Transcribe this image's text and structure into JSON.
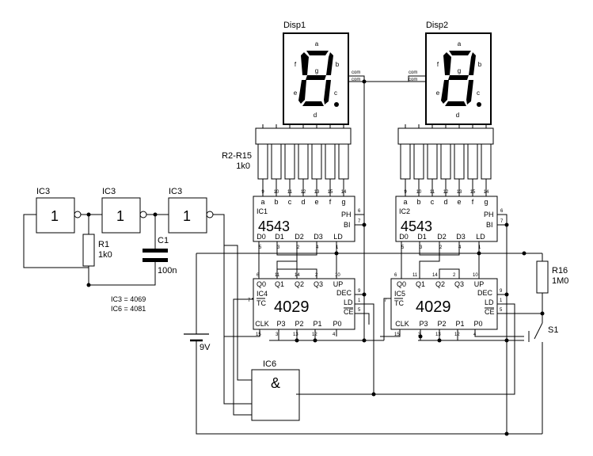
{
  "displays": [
    {
      "label": "Disp1",
      "segments": [
        "a",
        "b",
        "c",
        "d",
        "e",
        "f",
        "g"
      ],
      "com": [
        "com",
        "com"
      ]
    },
    {
      "label": "Disp2",
      "segments": [
        "a",
        "b",
        "c",
        "d",
        "e",
        "f",
        "g"
      ],
      "com": [
        "com",
        "com"
      ]
    }
  ],
  "resistor_array": {
    "name": "R2-R15",
    "value": "1k0"
  },
  "decoders": [
    {
      "name": "IC1",
      "part": "4543",
      "top_pins": [
        "a",
        "b",
        "c",
        "d",
        "e",
        "f",
        "g"
      ],
      "top_nums": [
        "9",
        "10",
        "11",
        "12",
        "13",
        "15",
        "14"
      ],
      "right": [
        "PH",
        "BI"
      ],
      "right_nums": [
        "6",
        "7"
      ],
      "bottom_pins": [
        "D0",
        "D1",
        "D2",
        "D3",
        "LD"
      ],
      "bottom_nums": [
        "5",
        "3",
        "2",
        "4",
        "1"
      ]
    },
    {
      "name": "IC2",
      "part": "4543",
      "top_pins": [
        "a",
        "b",
        "c",
        "d",
        "e",
        "f",
        "g"
      ],
      "top_nums": [
        "9",
        "10",
        "11",
        "12",
        "13",
        "15",
        "14"
      ],
      "right": [
        "PH",
        "BI"
      ],
      "right_nums": [
        "6",
        "7"
      ],
      "bottom_pins": [
        "D0",
        "D1",
        "D2",
        "D3",
        "LD"
      ],
      "bottom_nums": [
        "5",
        "3",
        "2",
        "4",
        "1"
      ]
    }
  ],
  "counters": [
    {
      "name": "IC4",
      "part": "4029",
      "top_pins": [
        "Q0",
        "Q1",
        "Q2",
        "Q3",
        "UP"
      ],
      "top_nums": [
        "6",
        "11",
        "14",
        "2",
        "10"
      ],
      "right": [
        "DEC",
        "LD",
        "CE"
      ],
      "right_nums": [
        "9",
        "1",
        "5"
      ],
      "left": "TC",
      "left_num": "7",
      "bottom_pins": [
        "CLK",
        "P3",
        "P2",
        "P1",
        "P0"
      ],
      "bottom_nums": [
        "15",
        "3",
        "13",
        "12",
        "4"
      ]
    },
    {
      "name": "IC5",
      "part": "4029",
      "top_pins": [
        "Q0",
        "Q1",
        "Q2",
        "Q3",
        "UP"
      ],
      "top_nums": [
        "6",
        "11",
        "14",
        "2",
        "10"
      ],
      "right": [
        "DEC",
        "LD",
        "CE"
      ],
      "right_nums": [
        "9",
        "1",
        "5"
      ],
      "left": "TC",
      "left_num": "7",
      "bottom_pins": [
        "CLK",
        "P3",
        "P2",
        "P1",
        "P0"
      ],
      "bottom_nums": [
        "15",
        "3",
        "13",
        "12",
        "4"
      ]
    }
  ],
  "inverters": [
    {
      "name": "IC3",
      "symbol": "1"
    },
    {
      "name": "IC3",
      "symbol": "1"
    },
    {
      "name": "IC3",
      "symbol": "1"
    }
  ],
  "r1": {
    "name": "R1",
    "value": "1k0"
  },
  "c1": {
    "name": "C1",
    "value": "100n"
  },
  "notes": [
    "IC3 = 4069",
    "IC6 = 4081"
  ],
  "battery": {
    "value": "9V"
  },
  "and_gate": {
    "name": "IC6",
    "symbol": "&"
  },
  "r16": {
    "name": "R16",
    "value": "1M0"
  },
  "switch": {
    "name": "S1"
  }
}
